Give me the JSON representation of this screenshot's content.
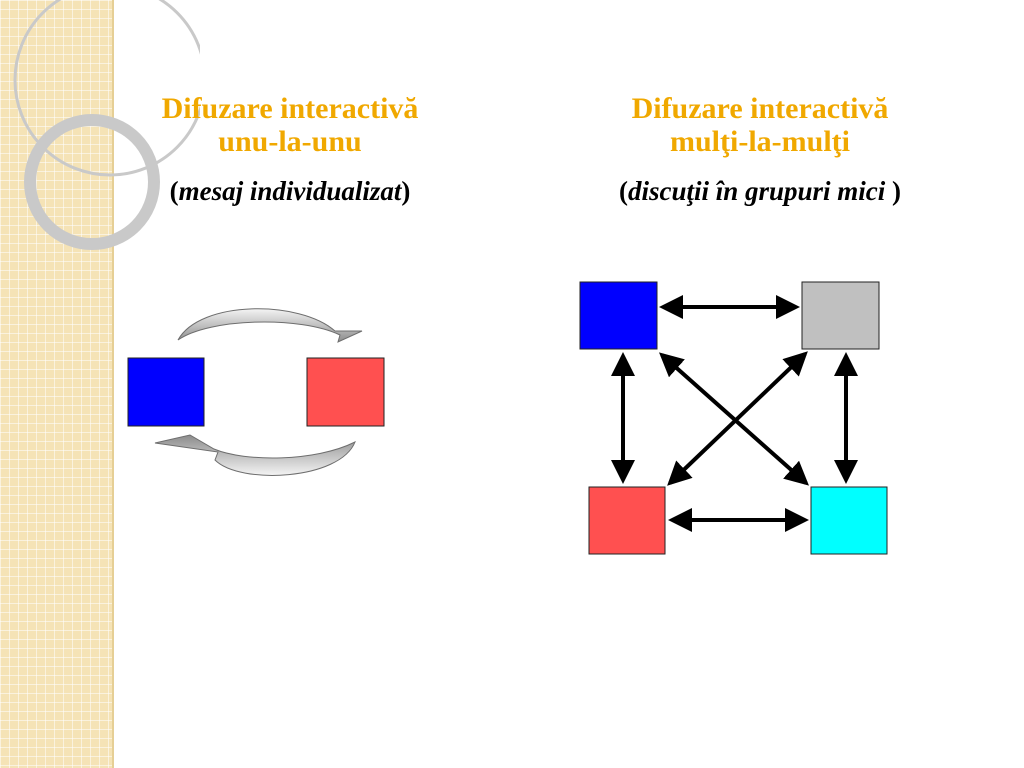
{
  "left": {
    "title_line1": "Difuzare interactivă",
    "title_line2": "unu-la-unu",
    "subtitle_open": "(",
    "subtitle_italic": "mesaj individualizat",
    "subtitle_close": ")"
  },
  "right": {
    "title_line1": "Difuzare interactivă",
    "title_line2": "mulţi-la-mulţi",
    "subtitle_open": "(",
    "subtitle_italic": "discuţii în grupuri mici",
    "subtitle_close": " )"
  },
  "colors": {
    "title": "#f0a800",
    "blue": "#0000ff",
    "red": "#ff5050",
    "gray": "#c0c0c0",
    "cyan": "#00ffff",
    "sidebar": "#f5e3b6"
  }
}
